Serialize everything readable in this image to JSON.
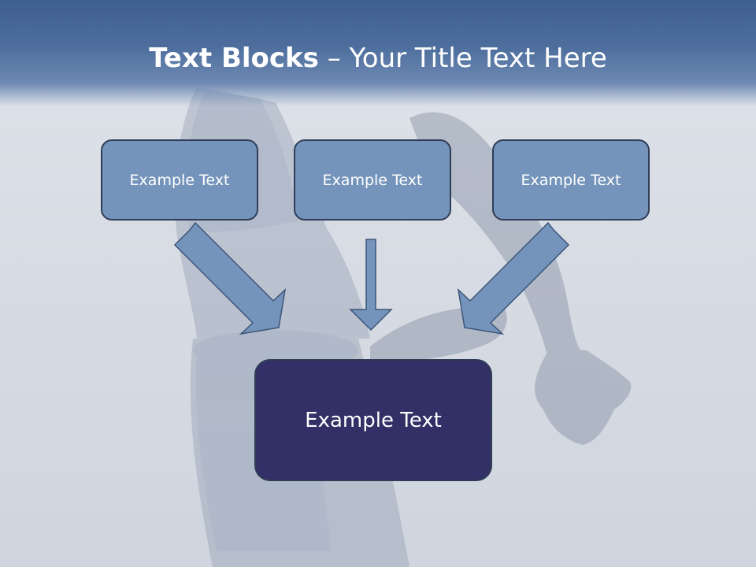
{
  "slide": {
    "title_bold": "Text Blocks",
    "title_dash": " – ",
    "title_rest": "Your Title Text Here",
    "top_boxes": [
      {
        "label": "Example Text"
      },
      {
        "label": "Example Text"
      },
      {
        "label": "Example Text"
      }
    ],
    "main_box": {
      "label": "Example Text"
    }
  },
  "colors": {
    "header": "#4e6f9e",
    "box_fill": "#7594bb",
    "box_border": "#2f3d57",
    "main_box_fill": "#323066",
    "arrow_fill": "#7594bb"
  },
  "icons": [
    "arrow-down-right-icon",
    "arrow-down-icon",
    "arrow-down-left-icon"
  ]
}
